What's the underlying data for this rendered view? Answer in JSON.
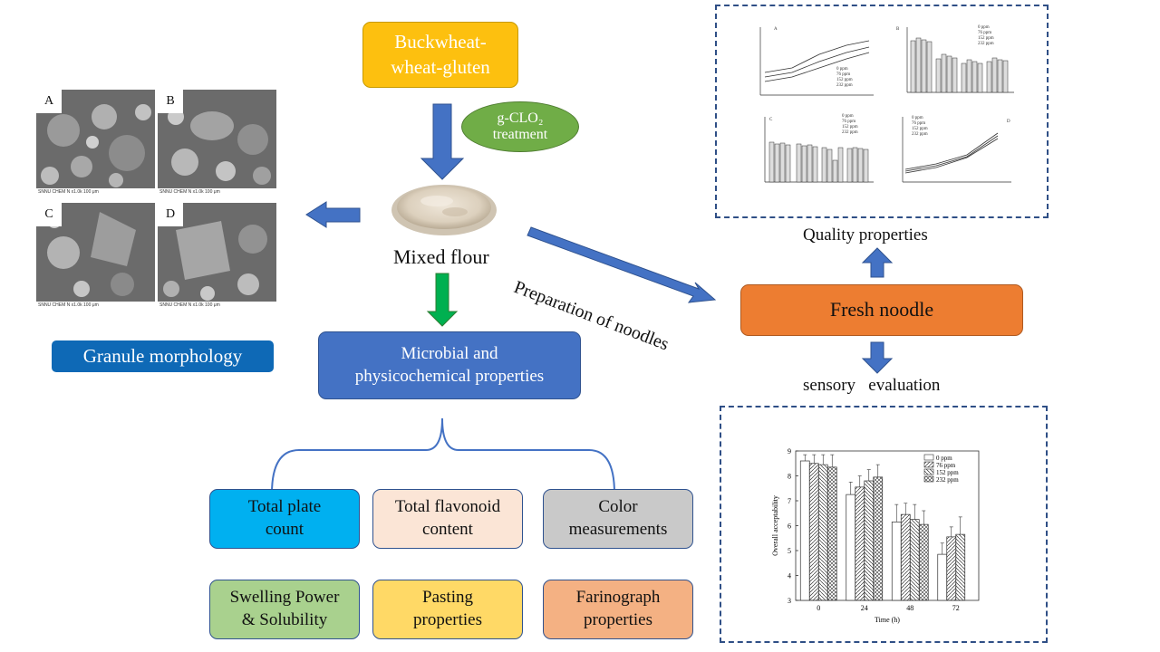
{
  "top_box": {
    "label": "Buckwheat-\nwheat-gluten",
    "color": "#fdc00f"
  },
  "treatment": {
    "label": "g-CLO₂\ntreatment",
    "color": "#70ad47"
  },
  "center": {
    "label": "Mixed flour"
  },
  "preparation": {
    "label": "Preparation of noodles"
  },
  "granule": {
    "label": "Granule morphology",
    "color": "#0e69b6"
  },
  "microbial_box": {
    "label": "Microbial and\nphysicochemical properties",
    "color": "#4472c4"
  },
  "fresh_noodle": {
    "label": "Fresh noodle",
    "color": "#ed7d31"
  },
  "quality_label": "Quality properties",
  "sensory_label": "sensory   evaluation",
  "sem_panels": [
    {
      "letter": "A",
      "footer": "SNNU CHEM        N  x1.0k  100 μm"
    },
    {
      "letter": "B",
      "footer": "SNNU CHEM        N  x1.0k  100 μm"
    },
    {
      "letter": "C",
      "footer": "SNNU CHEM        N  x1.0k  100 μm"
    },
    {
      "letter": "D",
      "footer": "SNNU CHEM        N  x1.0k  100 μm"
    }
  ],
  "property_boxes": [
    {
      "label": "Total plate\ncount",
      "color": "#00b0f0"
    },
    {
      "label": "Total flavonoid\ncontent",
      "color": "#fbe5d6"
    },
    {
      "label": "Color\nmeasurements",
      "color": "#c9c9c9"
    },
    {
      "label": "Swelling Power\n& Solubility",
      "color": "#a9d18e"
    },
    {
      "label": "Pasting\nproperties",
      "color": "#ffd966"
    },
    {
      "label": "Farinograph\nproperties",
      "color": "#f4b183"
    }
  ],
  "quality_panels": [
    {
      "letter": "A",
      "legend": [
        "0 ppm",
        "76 ppm",
        "152 ppm",
        "232 ppm"
      ]
    },
    {
      "letter": "B",
      "legend": [
        "0 ppm",
        "76 ppm",
        "152 ppm",
        "232 ppm"
      ]
    },
    {
      "letter": "C",
      "legend": [
        "0 ppm",
        "76 ppm",
        "152 ppm",
        "232 ppm"
      ]
    },
    {
      "letter": "D",
      "legend": [
        "0 ppm",
        "76 ppm",
        "152 ppm",
        "232 ppm"
      ]
    }
  ],
  "chart_data": {
    "type": "bar",
    "xlabel": "Time (h)",
    "ylabel": "Overall acceptability",
    "categories": [
      "0",
      "24",
      "48",
      "72"
    ],
    "ylim": [
      3,
      9
    ],
    "yticks": [
      3,
      4,
      5,
      6,
      7,
      8,
      9
    ],
    "legend_position": "top-right",
    "series": [
      {
        "name": "0 ppm",
        "values": [
          8.6,
          7.25,
          6.15,
          4.85
        ]
      },
      {
        "name": "76 ppm",
        "values": [
          8.5,
          7.55,
          6.45,
          5.55
        ]
      },
      {
        "name": "152 ppm",
        "values": [
          8.45,
          7.8,
          6.25,
          5.65
        ]
      },
      {
        "name": "232 ppm",
        "values": [
          8.35,
          7.95,
          6.05,
          null
        ]
      }
    ],
    "errors": [
      [
        0.25,
        0.5,
        0.7,
        0.45
      ],
      [
        0.35,
        0.45,
        0.45,
        0.4
      ],
      [
        0.4,
        0.45,
        0.6,
        0.7
      ],
      [
        0.5,
        0.5,
        0.55,
        null
      ]
    ]
  }
}
